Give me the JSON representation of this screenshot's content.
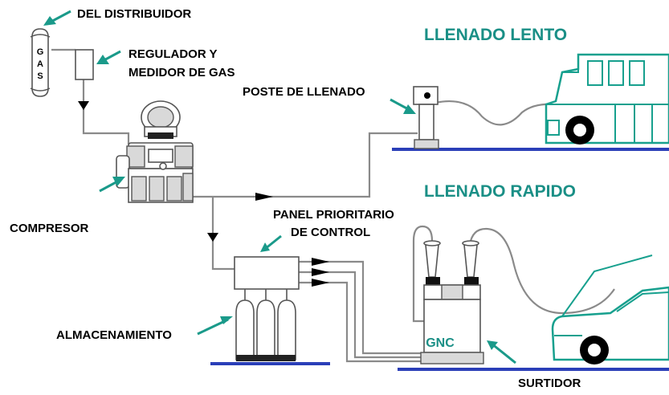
{
  "labels": {
    "del_distribuidor": "DEL DISTRIBUIDOR",
    "gas_letters": [
      "G",
      "A",
      "S"
    ],
    "regulador_line1": "REGULADOR Y",
    "regulador_line2": "MEDIDOR DE GAS",
    "poste_de_llenado": "POSTE DE LLENADO",
    "llenado_lento": "LLENADO LENTO",
    "llenado_rapido": "LLENADO RAPIDO",
    "compresor": "COMPRESOR",
    "panel_line1": "PANEL PRIORITARIO",
    "panel_line2": "DE CONTROL",
    "almacenamiento": "ALMACENAMIENTO",
    "gnc": "GNC",
    "surtidor": "SURTIDOR"
  },
  "colors": {
    "heading_teal": "#1a8f86",
    "vehicle_green": "#17a08e",
    "pointer_teal": "#1a9a8a",
    "ground_blue": "#2b3fb8",
    "pipe_gray": "#8a8a8a"
  }
}
